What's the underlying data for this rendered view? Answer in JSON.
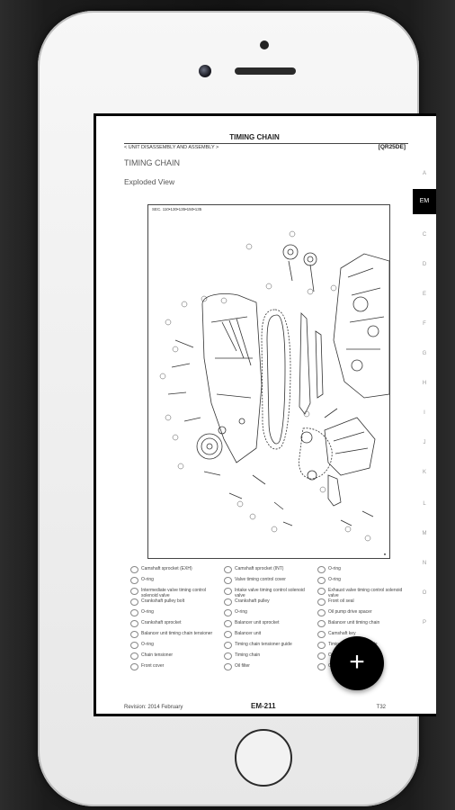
{
  "document": {
    "title": "TIMING CHAIN",
    "subtitle": "< UNIT DISASSEMBLY AND ASSEMBLY >",
    "code": "[QR25DE]",
    "section": "TIMING CHAIN",
    "subsection": "Exploded View",
    "diagram_sec": "SEC. 110•130•135•150•135",
    "footer_revision": "Revision: 2014 February",
    "footer_page": "EM-211",
    "footer_number": "T32"
  },
  "index_letters": [
    "A",
    "EM",
    "C",
    "D",
    "E",
    "F",
    "G",
    "H",
    "I",
    "J",
    "K",
    "L",
    "M",
    "N",
    "O",
    "P"
  ],
  "active_index": "EM",
  "legend": [
    "Camshaft sprocket (EXH)",
    "Camshaft sprocket (INT)",
    "O-ring",
    "O-ring",
    "Valve timing control cover",
    "O-ring",
    "Intermediate valve timing control solenoid valve",
    "Intake valve timing control solenoid valve",
    "Exhaust valve timing control solenoid valve",
    "Crankshaft pulley bolt",
    "Crankshaft pulley",
    "Front oil seal",
    "O-ring",
    "O-ring",
    "Oil pump drive spacer",
    "Crankshaft sprocket",
    "Balancer unit sprocket",
    "Balancer unit timing chain",
    "Balancer unit timing chain tensioner",
    "Balancer unit",
    "Camshaft key",
    "O-ring",
    "Timing chain tensioner guide",
    "Timing chain slack guide",
    "Chain tensioner",
    "Timing chain",
    "O-ring",
    "Front cover",
    "Oil filter",
    "O-ring"
  ],
  "fab_label": "+"
}
